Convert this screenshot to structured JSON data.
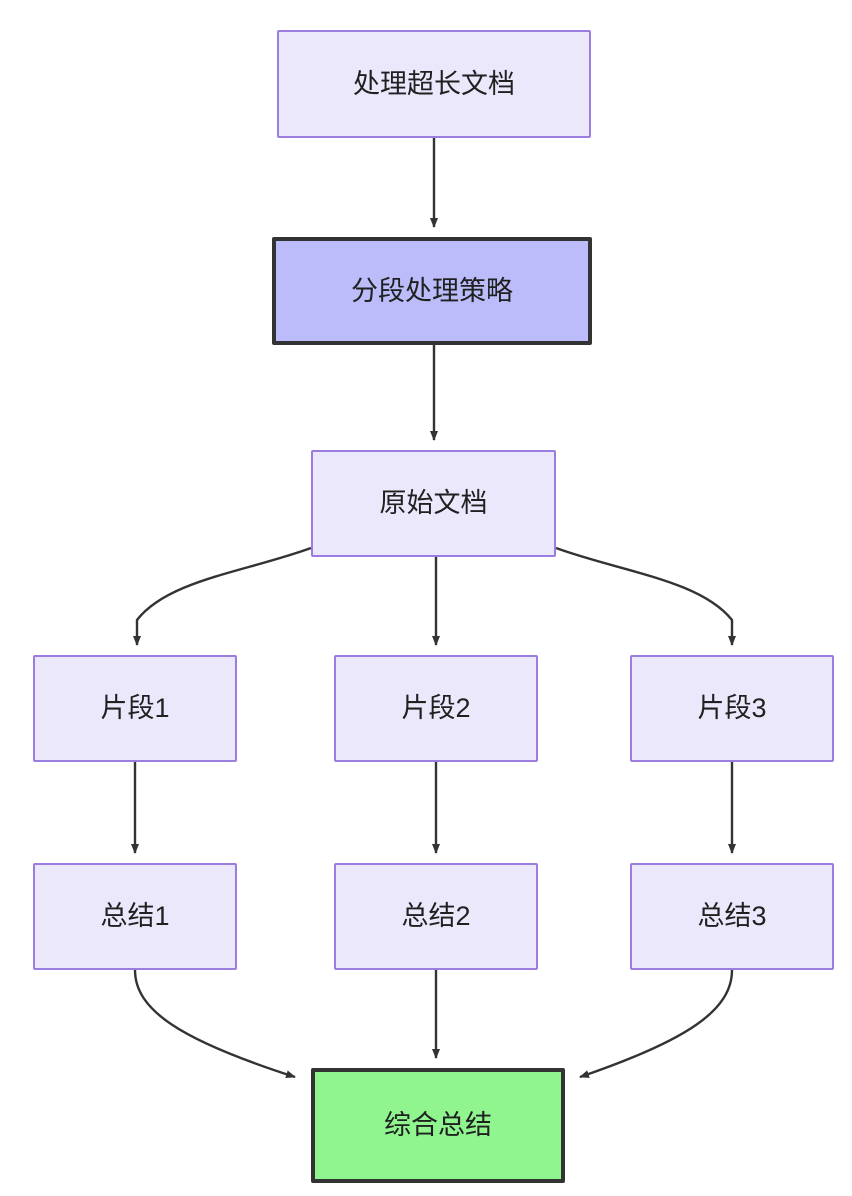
{
  "diagram": {
    "type": "flowchart",
    "direction": "top-to-bottom",
    "background_color": "#ffffff",
    "edge_color": "#333333",
    "styles": {
      "plain_fill": "#ebe8fc",
      "plain_border": "#9b7ce0",
      "accent_fill": "#bcbcfa",
      "accent_border": "#333333",
      "success_fill": "#90f58f",
      "success_border": "#333333"
    },
    "nodes": [
      {
        "id": "long-doc",
        "label": "处理超长文档",
        "style": "plain"
      },
      {
        "id": "strategy",
        "label": "分段处理策略",
        "style": "accent"
      },
      {
        "id": "source-doc",
        "label": "原始文档",
        "style": "plain"
      },
      {
        "id": "segment-1",
        "label": "片段1",
        "style": "plain"
      },
      {
        "id": "segment-2",
        "label": "片段2",
        "style": "plain"
      },
      {
        "id": "segment-3",
        "label": "片段3",
        "style": "plain"
      },
      {
        "id": "summary-1",
        "label": "总结1",
        "style": "plain"
      },
      {
        "id": "summary-2",
        "label": "总结2",
        "style": "plain"
      },
      {
        "id": "summary-3",
        "label": "总结3",
        "style": "plain"
      },
      {
        "id": "final-summary",
        "label": "综合总结",
        "style": "success"
      }
    ],
    "edges": [
      {
        "from": "long-doc",
        "to": "strategy",
        "shape": "straight"
      },
      {
        "from": "strategy",
        "to": "source-doc",
        "shape": "straight"
      },
      {
        "from": "source-doc",
        "to": "segment-1",
        "shape": "curved"
      },
      {
        "from": "source-doc",
        "to": "segment-2",
        "shape": "straight"
      },
      {
        "from": "source-doc",
        "to": "segment-3",
        "shape": "curved"
      },
      {
        "from": "segment-1",
        "to": "summary-1",
        "shape": "straight"
      },
      {
        "from": "segment-2",
        "to": "summary-2",
        "shape": "straight"
      },
      {
        "from": "segment-3",
        "to": "summary-3",
        "shape": "straight"
      },
      {
        "from": "summary-1",
        "to": "final-summary",
        "shape": "curved"
      },
      {
        "from": "summary-2",
        "to": "final-summary",
        "shape": "straight"
      },
      {
        "from": "summary-3",
        "to": "final-summary",
        "shape": "curved"
      }
    ]
  }
}
